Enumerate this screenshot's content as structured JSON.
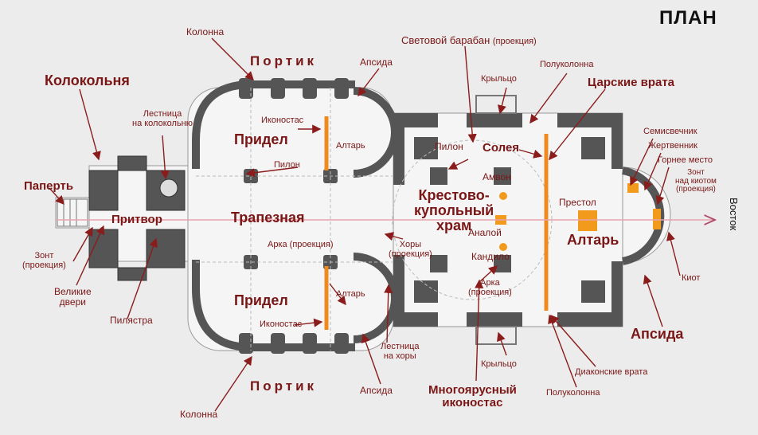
{
  "title": "ПЛАН",
  "direction": "Восток",
  "labels": {
    "kolonna_top": "Колонна",
    "portik_top": "Портик",
    "apsida_top": "Апсида",
    "svetovoy_baraban": "Световой барабан",
    "proektsiya": "(проекция)",
    "poluk_top": "Полуколонна",
    "krylco_top": "Крыльцо",
    "tsarskie_vrata": "Царские врата",
    "kolokolnya": "Колокольня",
    "lestnitsa_kol": "Лестница\nна колокольню",
    "ikonostas_top": "Иконостас",
    "altar_small_top": "Алтарь",
    "pridel_top": "Придел",
    "pilon_left": "Пилон",
    "pilon_right": "Пилон",
    "soleya": "Солея",
    "semisvechnik": "Семисвечник",
    "zhertvennik": "Жертвенник",
    "gornee_mesto": "Горнее место",
    "zont_kiot": "Зонт\nнад киотом\n(проекция)",
    "paperty": "Паперть",
    "pritvor": "Притвор",
    "trapeznaya": "Трапезная",
    "krestovo": "Крестово-\nкупольный\nхрам",
    "amvon": "Амвон",
    "prestol": "Престол",
    "analoy": "Аналой",
    "altar_big": "Алтарь",
    "kandilo": "Кандило",
    "arka_top": "Арка (проекция)",
    "khory": "Хоры\n(проекция)",
    "zont_left": "Зонт\n(проекция)",
    "velikie_dveri": "Великие\nдвери",
    "pilyastra": "Пилястра",
    "pridel_bottom": "Придел",
    "altar_small_bottom": "Алтарь",
    "ikonostas_bottom": "Иконостас",
    "arka_bottom": "Арка\n(проекция)",
    "kiot": "Киот",
    "apsida_right": "Апсида",
    "lestnitsa_khory": "Лестница\nна хоры",
    "krylco_bottom": "Крыльцо",
    "diakonskie": "Диаконские врата",
    "mnogoyarusny": "Многоярусный\nиконостас",
    "poluk_bottom": "Полуколонна",
    "apsida_bottom": "Апсида",
    "portik_bottom": "Портик",
    "kolonna_bottom": "Колонна"
  },
  "colors": {
    "wall": "#555555",
    "label": "#7a1616",
    "arrow": "#8a1c1c",
    "iconostasis": "#f08a1e",
    "furniture": "#f29a1c",
    "axis": "#e8a3ad",
    "paper": "#ececec"
  }
}
